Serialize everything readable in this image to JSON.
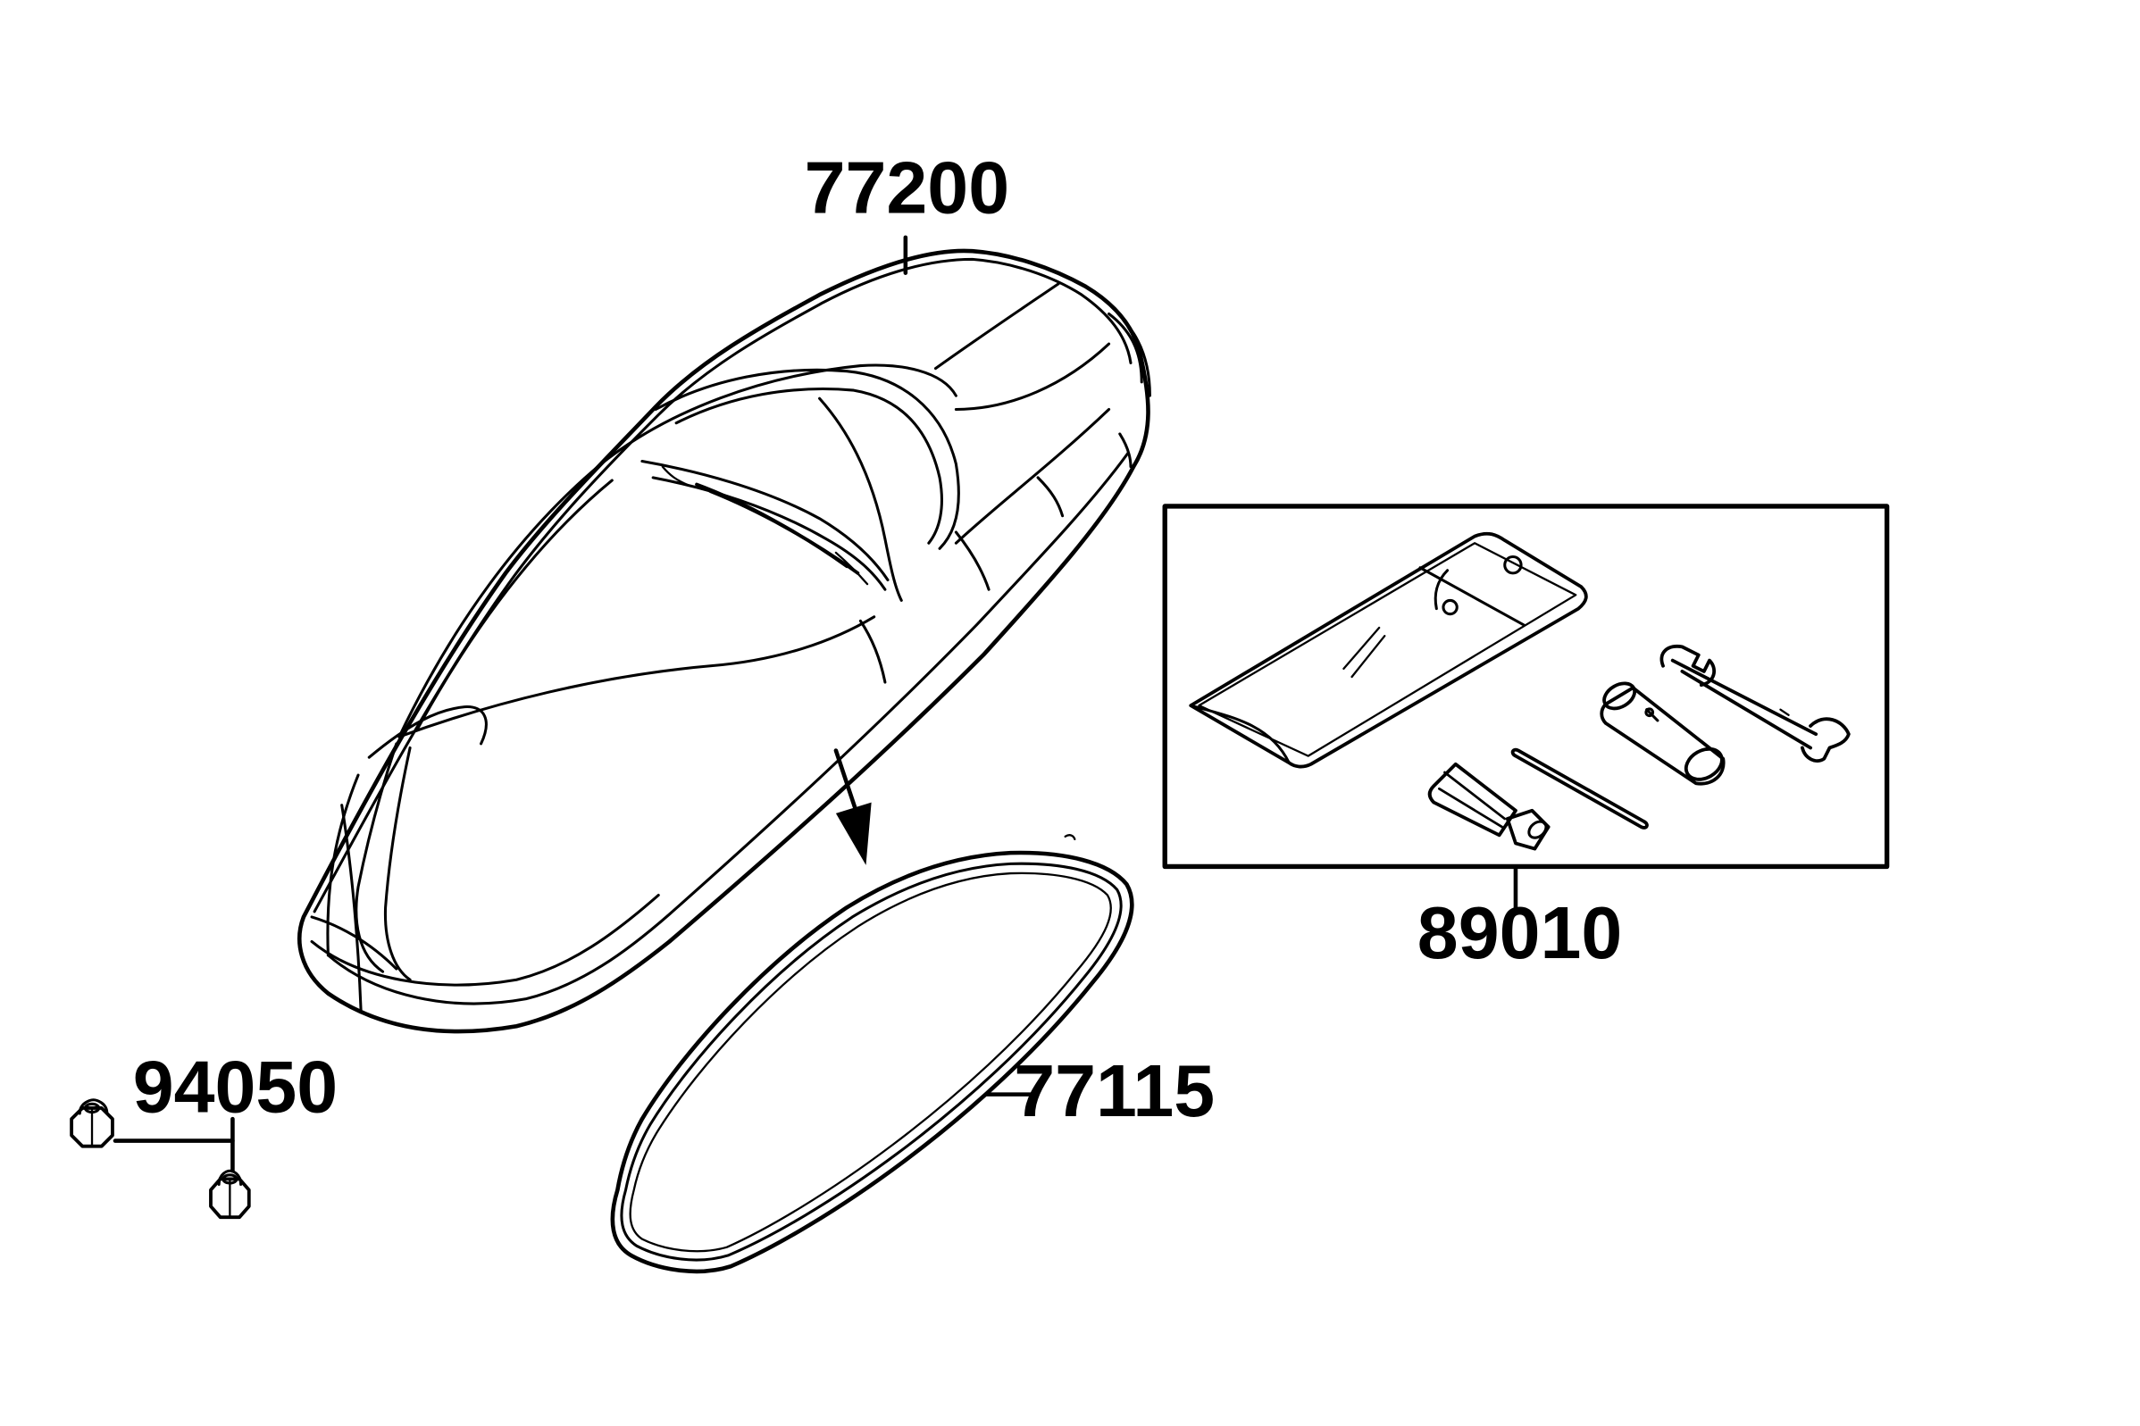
{
  "diagram": {
    "parts": {
      "seat": {
        "label": "77200"
      },
      "seat_seal": {
        "label": "77115"
      },
      "nut": {
        "label": "94050"
      },
      "tool_kit": {
        "label": "89010"
      }
    }
  },
  "colors": {
    "ink": "#000000",
    "background": "#ffffff"
  },
  "icons": [
    "seat-icon",
    "seal-ring-icon",
    "nut-icon",
    "tool-bag-icon",
    "open-wrench-icon",
    "box-spanner-icon",
    "screwdriver-icon",
    "tommy-bar-icon",
    "arrow-down-icon"
  ]
}
